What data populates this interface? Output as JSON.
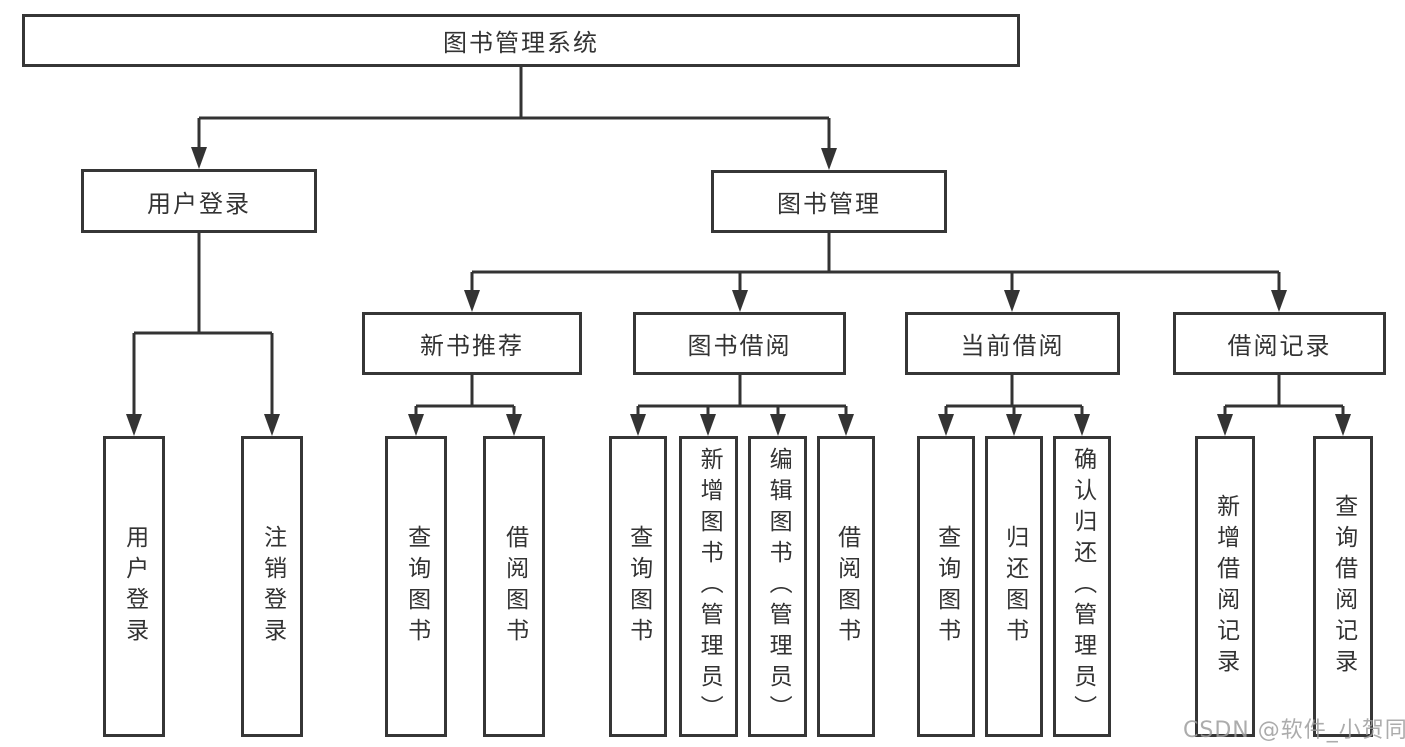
{
  "tree": {
    "root": "图书管理系统",
    "branches": [
      {
        "label": "用户登录",
        "leaves": [
          "用户登录",
          "注销登录"
        ]
      },
      {
        "label": "图书管理",
        "groups": [
          {
            "label": "新书推荐",
            "leaves": [
              "查询图书",
              "借阅图书"
            ]
          },
          {
            "label": "图书借阅",
            "leaves": [
              "查询图书",
              "新增图书（管理员）",
              "编辑图书（管理员）",
              "借阅图书"
            ]
          },
          {
            "label": "当前借阅",
            "leaves": [
              "查询图书",
              "归还图书",
              "确认归还（管理员）"
            ]
          },
          {
            "label": "借阅记录",
            "leaves": [
              "新增借阅记录",
              "查询借阅记录"
            ]
          }
        ]
      }
    ]
  },
  "watermark": "CSDN @软件_小贺同学",
  "colors": {
    "line": "#333333",
    "border": "#363636",
    "text": "#333333",
    "background": "#ffffff",
    "watermark": "#9e9e9e"
  }
}
